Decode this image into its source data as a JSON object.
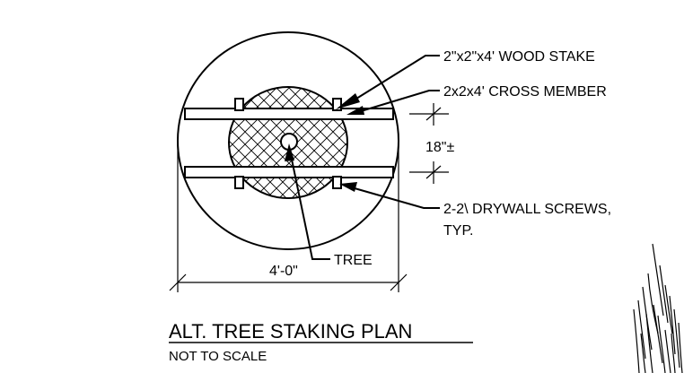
{
  "drawing": {
    "labels": {
      "wood_stake": "2\"x2\"x4' WOOD STAKE",
      "cross_member": "2x2x4' CROSS MEMBER",
      "spacing": "18\"±",
      "screws_line1": "2-2\\ DRYWALL SCREWS,",
      "screws_line2": "TYP.",
      "tree": "TREE",
      "width": "4'-0\""
    },
    "title": "ALT. TREE STAKING PLAN",
    "subtitle": "NOT TO SCALE"
  }
}
